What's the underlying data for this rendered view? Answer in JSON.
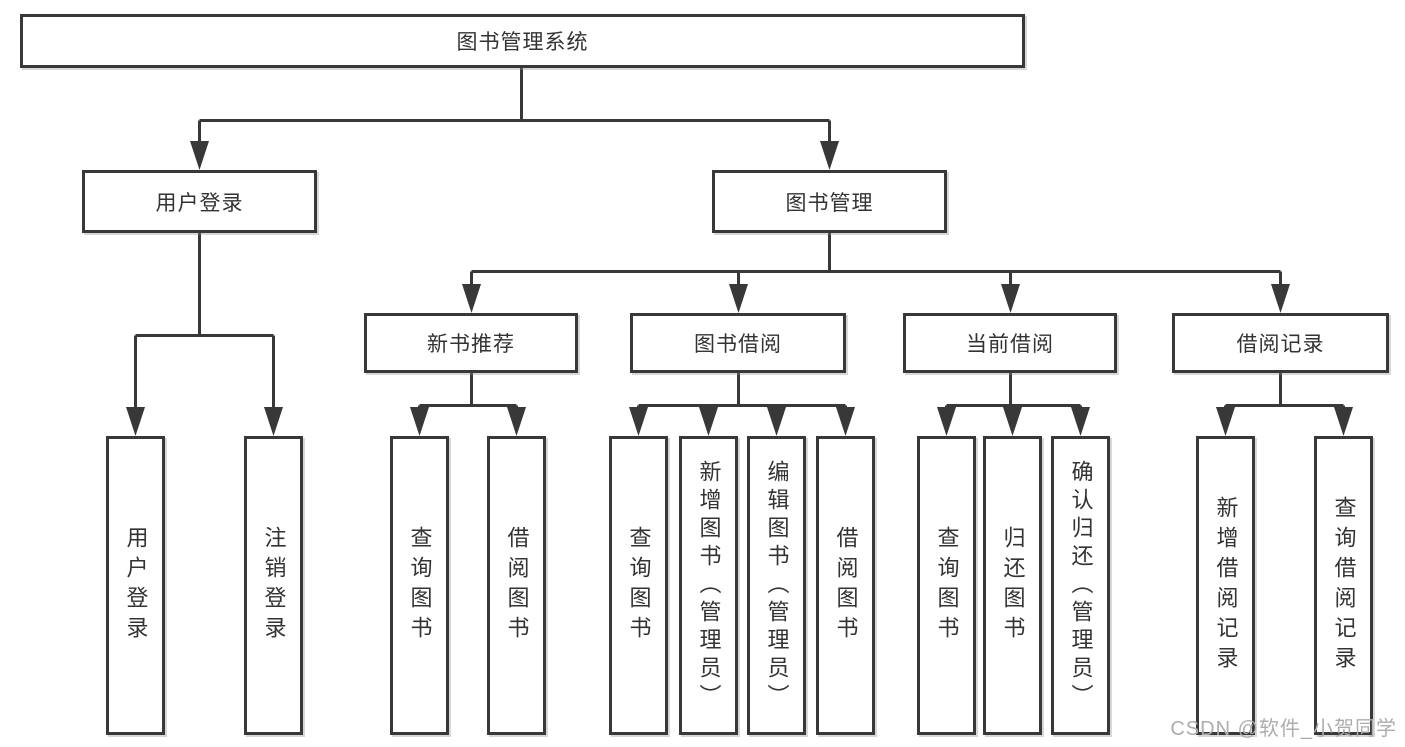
{
  "diagram": {
    "title": "图书管理系统",
    "nodes": {
      "root": "图书管理系统",
      "user_login": "用户登录",
      "book_management": "图书管理",
      "new_book_recommend": "新书推荐",
      "book_borrowing": "图书借阅",
      "current_borrowing": "当前借阅",
      "borrowing_records": "借阅记录",
      "leaf_user_login": "用户登录",
      "leaf_logout": "注销登录",
      "leaf_query_books_1": "查询图书",
      "leaf_borrow_books_1": "借阅图书",
      "leaf_query_books_2": "查询图书",
      "leaf_add_book_admin": "新增图书（管理员）",
      "leaf_edit_book_admin": "编辑图书（管理员）",
      "leaf_borrow_books_2": "借阅图书",
      "leaf_query_books_3": "查询图书",
      "leaf_return_books": "归还图书",
      "leaf_confirm_return_admin": "确认归还（管理员）",
      "leaf_add_borrow_record": "新增借阅记录",
      "leaf_query_borrow_record": "查询借阅记录"
    },
    "line_color": "#383838",
    "text_color": "#333333",
    "watermark": "CSDN @软件_小贺同学"
  }
}
